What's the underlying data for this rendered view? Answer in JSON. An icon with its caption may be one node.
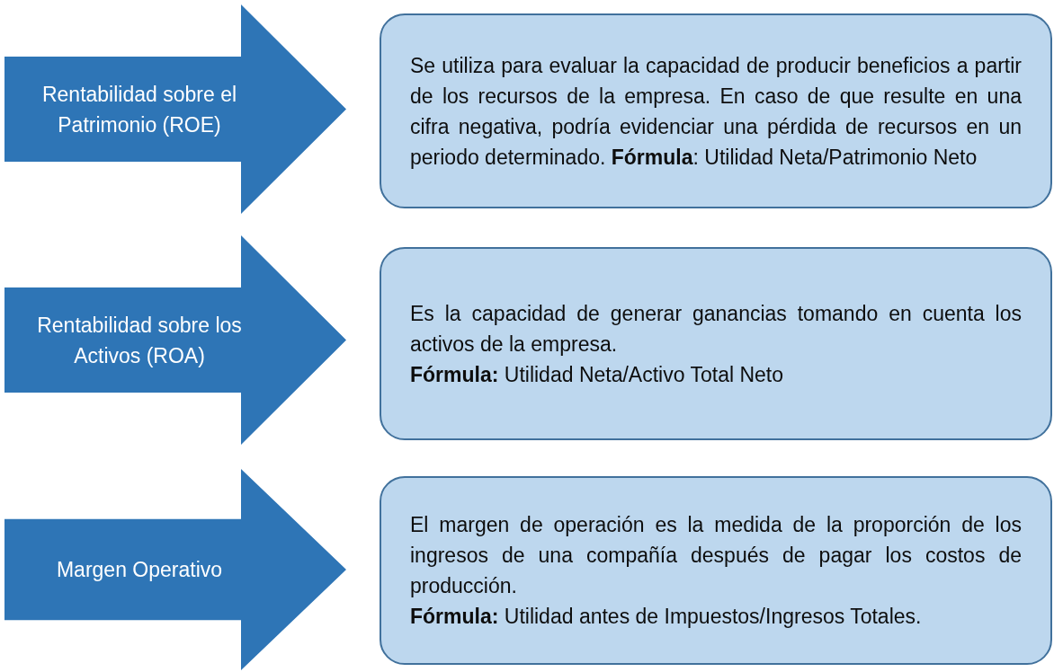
{
  "diagram": {
    "nodes": [
      {
        "text": [
          "Rentabilidad sobre el Patrimonio (ROE)"
        ]
      },
      {
        "text": [
          "Se utiliza para evaluar la capacidad de producir beneficios a partir de los recursos de la empresa. En caso de que resulte en una cifra negativa, podría evidenciar una pérdida de recursos en un periodo determinado. **Fórmula**: Utilidad Neta/Patrimonio Neto"
        ]
      },
      {
        "text": [
          "Rentabilidad sobre los Activos (ROA)"
        ]
      },
      {
        "text": [
          "Es la capacidad de generar ganancias tomando en cuenta los activos de la empresa.",
          "**Fórmula:** Utilidad Neta/Activo Total Neto"
        ]
      },
      {
        "text": [
          "Margen Operativo"
        ]
      },
      {
        "text": [
          "El margen de operación es la medida de la proporción de los ingresos de una compañía después de pagar los costos de producción.",
          "**Fórmula:** Utilidad antes de Impuestos/Ingresos Totales."
        ]
      }
    ]
  }
}
